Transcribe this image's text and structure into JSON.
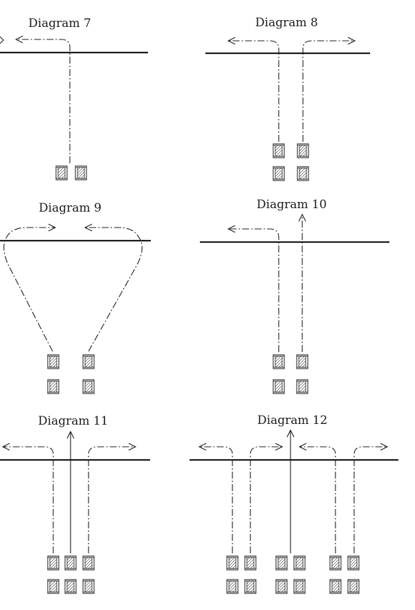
{
  "diagrams": [
    {
      "id": "7",
      "label": "Diagram 7"
    },
    {
      "id": "8",
      "label": "Diagram 8"
    },
    {
      "id": "9",
      "label": "Diagram 9"
    },
    {
      "id": "10",
      "label": "Diagram 10"
    },
    {
      "id": "11",
      "label": "Diagram 11"
    },
    {
      "id": "12",
      "label": "Diagram 12"
    }
  ],
  "colors": {
    "ink": "#1a1a1a",
    "paper": "#ffffff",
    "hatch": "#6b6b6b"
  }
}
